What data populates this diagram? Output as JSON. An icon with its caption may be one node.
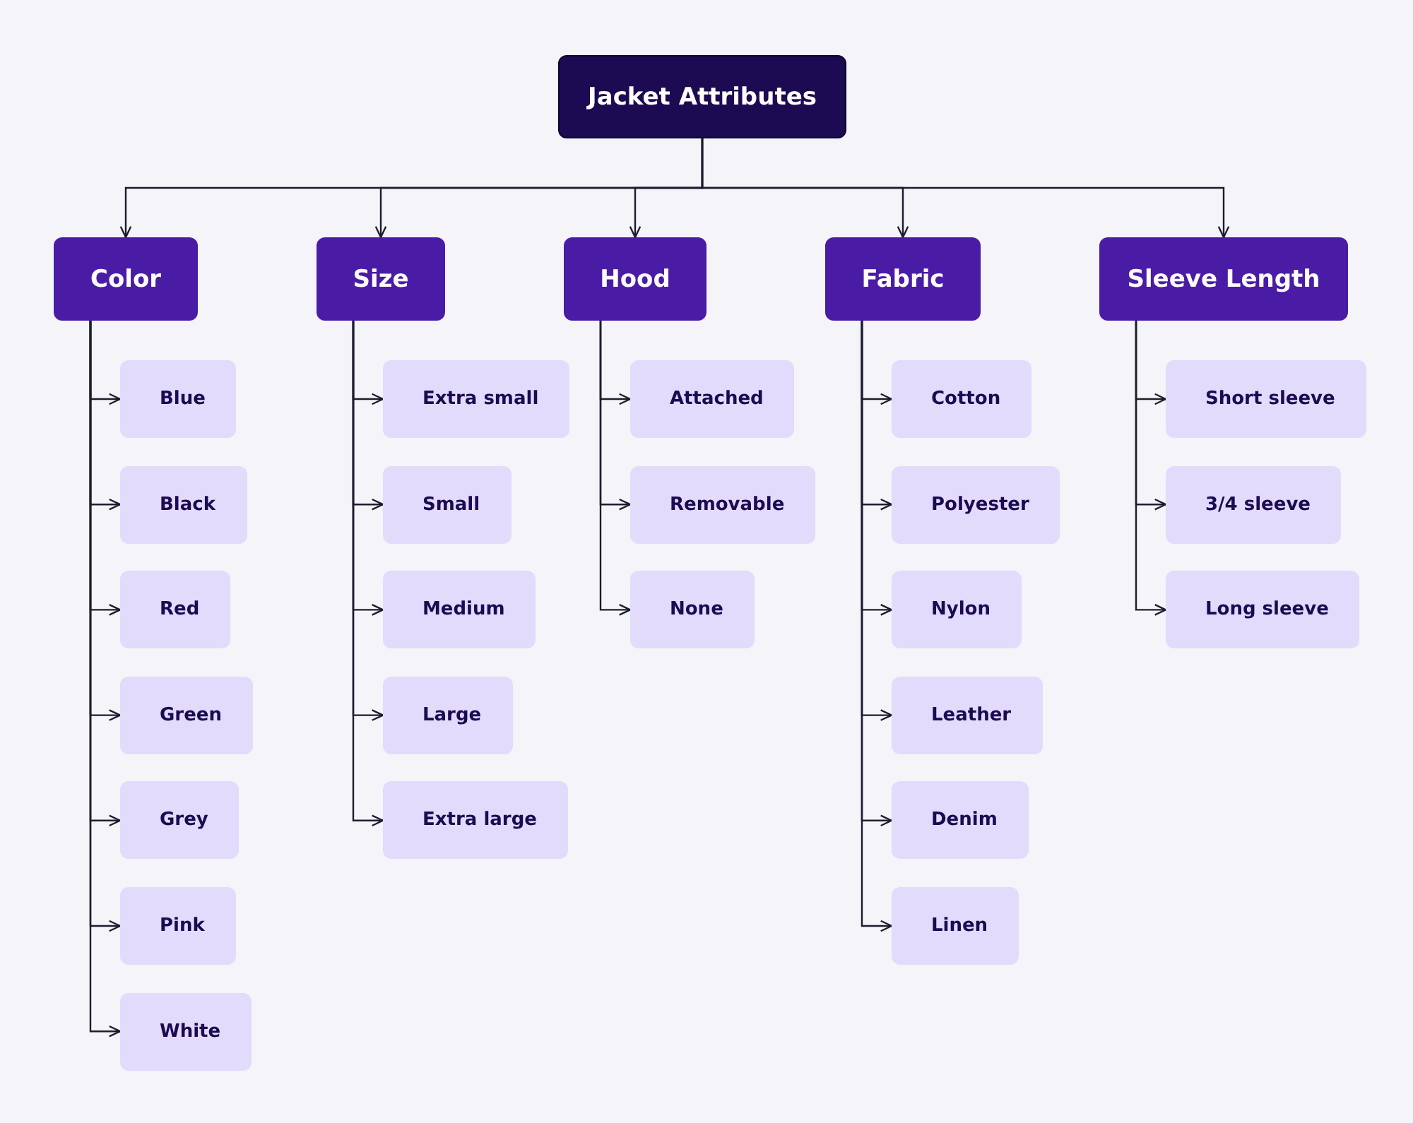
{
  "diagram": {
    "nodes": [
      {
        "text": [
          "Jacket Attributes"
        ]
      },
      {
        "text": [
          "Color"
        ]
      },
      {
        "text": [
          "Size"
        ]
      },
      {
        "text": [
          "Hood"
        ]
      },
      {
        "text": [
          "Fabric"
        ]
      },
      {
        "text": [
          "Sleeve Length"
        ]
      },
      {
        "text": [
          "Blue"
        ]
      },
      {
        "text": [
          "Black"
        ]
      },
      {
        "text": [
          "Red"
        ]
      },
      {
        "text": [
          "Green"
        ]
      },
      {
        "text": [
          "Grey"
        ]
      },
      {
        "text": [
          "Pink"
        ]
      },
      {
        "text": [
          "White"
        ]
      },
      {
        "text": [
          "Extra small"
        ]
      },
      {
        "text": [
          "Small"
        ]
      },
      {
        "text": [
          "Medium"
        ]
      },
      {
        "text": [
          "Large"
        ]
      },
      {
        "text": [
          "Extra large"
        ]
      },
      {
        "text": [
          "Attached"
        ]
      },
      {
        "text": [
          "Removable"
        ]
      },
      {
        "text": [
          "None"
        ]
      },
      {
        "text": [
          "Cotton"
        ]
      },
      {
        "text": [
          "Polyester"
        ]
      },
      {
        "text": [
          "Nylon"
        ]
      },
      {
        "text": [
          "Leather"
        ]
      },
      {
        "text": [
          "Denim"
        ]
      },
      {
        "text": [
          "Linen"
        ]
      },
      {
        "text": [
          "Short sleeve"
        ]
      },
      {
        "text": [
          "3/4 sleeve"
        ]
      },
      {
        "text": [
          "Long sleeve"
        ]
      }
    ],
    "edges": [
      {
        "from": 0,
        "to": 1,
        "arrow": "to"
      },
      {
        "from": 0,
        "to": 2,
        "arrow": "to"
      },
      {
        "from": 0,
        "to": 3,
        "arrow": "to"
      },
      {
        "from": 0,
        "to": 4,
        "arrow": "to"
      },
      {
        "from": 0,
        "to": 5,
        "arrow": "to"
      },
      {
        "from": 1,
        "to": 6,
        "arrow": "to"
      },
      {
        "from": 1,
        "to": 7,
        "arrow": "to"
      },
      {
        "from": 1,
        "to": 8,
        "arrow": "to"
      },
      {
        "from": 1,
        "to": 9,
        "arrow": "to"
      },
      {
        "from": 1,
        "to": 10,
        "arrow": "to"
      },
      {
        "from": 1,
        "to": 11,
        "arrow": "to"
      },
      {
        "from": 1,
        "to": 12,
        "arrow": "to"
      },
      {
        "from": 2,
        "to": 13,
        "arrow": "to"
      },
      {
        "from": 2,
        "to": 14,
        "arrow": "to"
      },
      {
        "from": 2,
        "to": 15,
        "arrow": "to"
      },
      {
        "from": 2,
        "to": 16,
        "arrow": "to"
      },
      {
        "from": 2,
        "to": 17,
        "arrow": "to"
      },
      {
        "from": 3,
        "to": 18,
        "arrow": "to"
      },
      {
        "from": 3,
        "to": 19,
        "arrow": "to"
      },
      {
        "from": 3,
        "to": 20,
        "arrow": "to"
      },
      {
        "from": 4,
        "to": 21,
        "arrow": "to"
      },
      {
        "from": 4,
        "to": 22,
        "arrow": "to"
      },
      {
        "from": 4,
        "to": 23,
        "arrow": "to"
      },
      {
        "from": 4,
        "to": 24,
        "arrow": "to"
      },
      {
        "from": 4,
        "to": 25,
        "arrow": "to"
      },
      {
        "from": 4,
        "to": 26,
        "arrow": "to"
      },
      {
        "from": 5,
        "to": 27,
        "arrow": "to"
      },
      {
        "from": 5,
        "to": 28,
        "arrow": "to"
      },
      {
        "from": 5,
        "to": 29,
        "arrow": "to"
      }
    ]
  }
}
